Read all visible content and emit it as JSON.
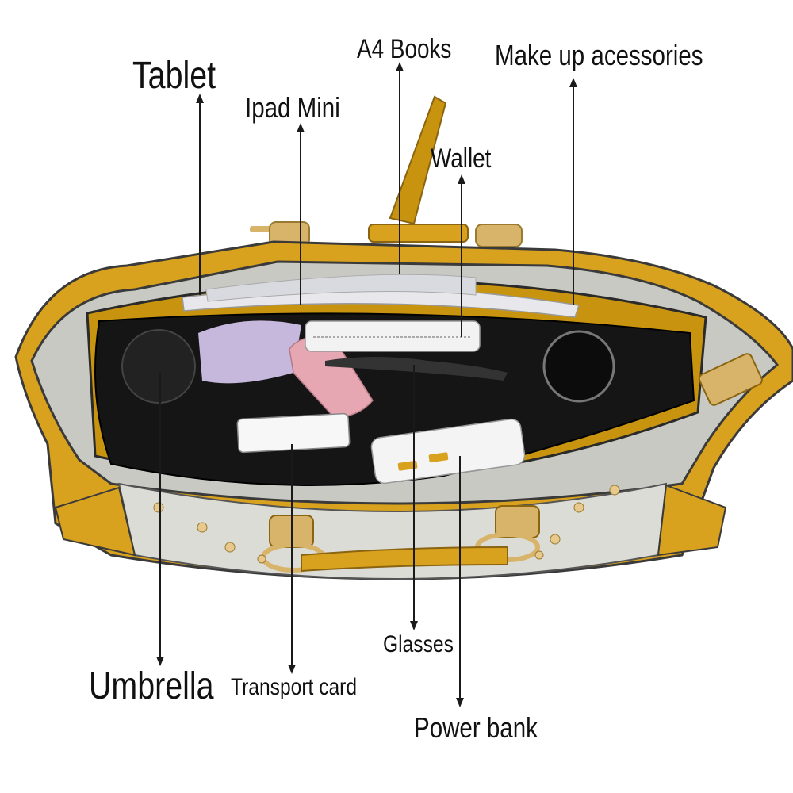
{
  "labels": {
    "tablet": "Tablet",
    "ipad_mini": "Ipad Mini",
    "a4_books": "A4 Books",
    "makeup": "Make up acessories",
    "wallet": "Wallet",
    "umbrella": "Umbrella",
    "transport_card": "Transport card",
    "glasses": "Glasses",
    "power_bank": "Power bank"
  },
  "colors": {
    "bag_mustard": "#d9a21e",
    "bag_dark_mustard": "#b5820f",
    "interior_black": "#151515",
    "trim_cream": "#dcdcd6",
    "hardware_gold": "#d7b46a"
  }
}
